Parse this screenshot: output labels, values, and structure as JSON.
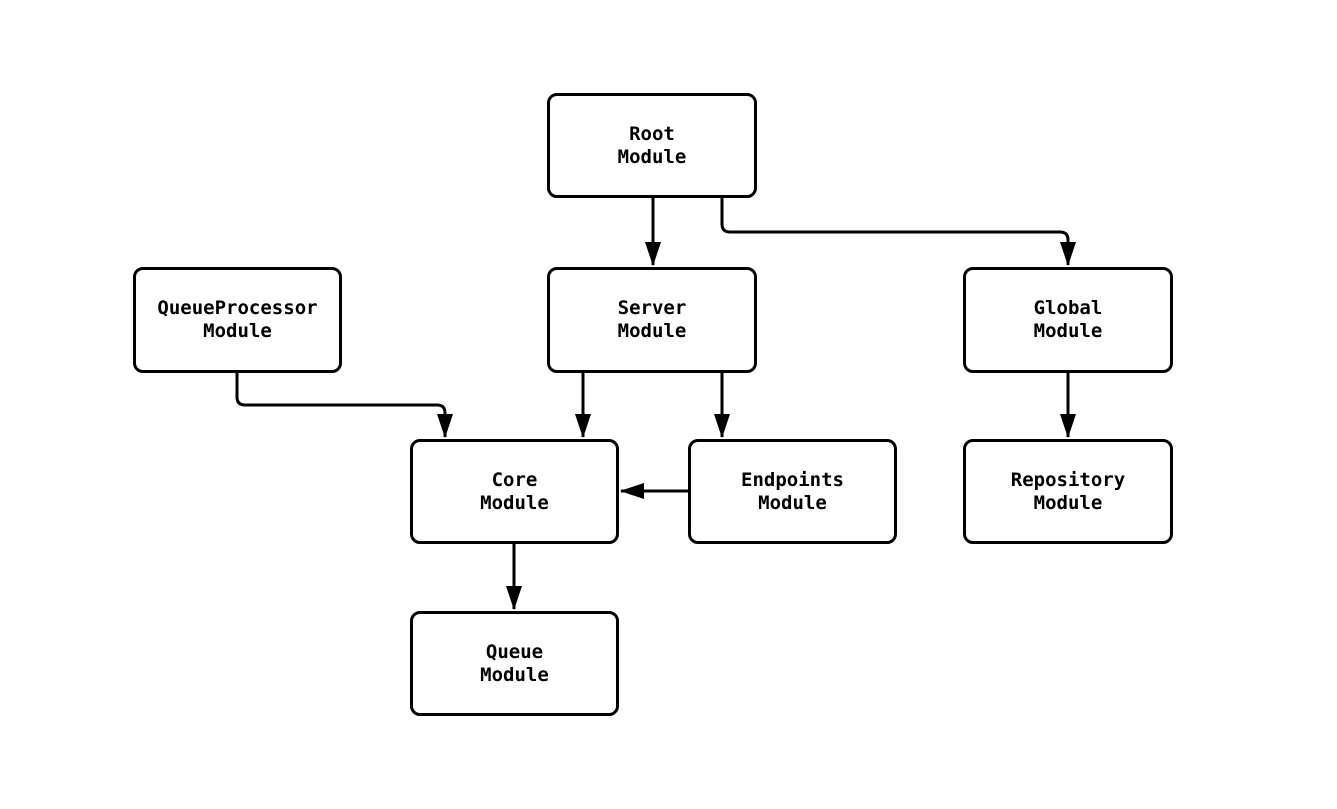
{
  "diagram": {
    "background_color": "#ffffff",
    "node_fill_color": "#ffffff",
    "stroke_color": "#000000",
    "text_color": "#000000",
    "nodes": {
      "root": {
        "line1": "Root",
        "line2": "Module"
      },
      "queueprocessor": {
        "line1": "QueueProcessor",
        "line2": "Module"
      },
      "server": {
        "line1": "Server",
        "line2": "Module"
      },
      "global": {
        "line1": "Global",
        "line2": "Module"
      },
      "core": {
        "line1": "Core",
        "line2": "Module"
      },
      "endpoints": {
        "line1": "Endpoints",
        "line2": "Module"
      },
      "repository": {
        "line1": "Repository",
        "line2": "Module"
      },
      "queue": {
        "line1": "Queue",
        "line2": "Module"
      }
    },
    "edges": [
      {
        "from": "Root Module",
        "to": "Server Module"
      },
      {
        "from": "Root Module",
        "to": "Global Module"
      },
      {
        "from": "QueueProcessor Module",
        "to": "Core Module"
      },
      {
        "from": "Server Module",
        "to": "Core Module"
      },
      {
        "from": "Server Module",
        "to": "Endpoints Module"
      },
      {
        "from": "Endpoints Module",
        "to": "Core Module"
      },
      {
        "from": "Global Module",
        "to": "Repository Module"
      },
      {
        "from": "Core Module",
        "to": "Queue Module"
      }
    ]
  }
}
